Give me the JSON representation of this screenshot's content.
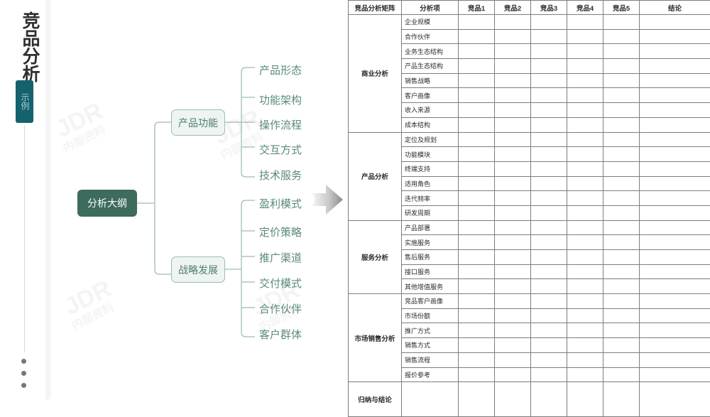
{
  "slide": {
    "rail": {
      "title": "竞品分析",
      "badge_label": "示例",
      "dots": [
        "dot1",
        "dot2",
        "dot3"
      ]
    },
    "watermark": {
      "line1": "JDR",
      "line2": "内部资料"
    },
    "arrow": {
      "name": "right-arrow",
      "color_start": "#f2f2f2",
      "color_end": "#8d8d8d"
    }
  },
  "mindmap": {
    "root": {
      "label": "分析大纲",
      "fill": "#3d6b5e",
      "text_color": "#ffffff"
    },
    "branches": [
      {
        "label": "产品功能",
        "fill": "#eef4f2",
        "border": "#9dbcb3",
        "text_color": "#4e7d72",
        "leaves": [
          "产品形态",
          "功能架构",
          "操作流程",
          "交互方式",
          "技术服务"
        ]
      },
      {
        "label": "战略发展",
        "fill": "#eef4f2",
        "border": "#9dbcb3",
        "text_color": "#4e7d72",
        "leaves": [
          "盈利模式",
          "定价策略",
          "推广渠道",
          "交付模式",
          "合作伙伴",
          "客户群体"
        ]
      }
    ],
    "leaf_color": "#5a897d",
    "connector_color": "#9dbcb3"
  },
  "matrix": {
    "headers": [
      "竞品分析矩阵",
      "分析项",
      "竞品1",
      "竞品2",
      "竞品3",
      "竞品4",
      "竞品5",
      "结论"
    ],
    "groups": [
      {
        "name": "商业分析",
        "items": [
          "企业规模",
          "合作伙伴",
          "业务生态结构",
          "产品生态结构",
          "销售战略",
          "客户画像",
          "收入来源",
          "成本结构"
        ]
      },
      {
        "name": "产品分析",
        "items": [
          "定位及规划",
          "功能模块",
          "终端支持",
          "适用角色",
          "迭代频率",
          "研发周期"
        ]
      },
      {
        "name": "服务分析",
        "items": [
          "产品部署",
          "实施服务",
          "售后服务",
          "接口服务",
          "其他增值服务"
        ]
      },
      {
        "name": "市场销售分析",
        "items": [
          "竞品客户画像",
          "市场份额",
          "推广方式",
          "销售方式",
          "销售流程",
          "报价参考"
        ]
      },
      {
        "name": "归纳与结论",
        "items": [
          ""
        ]
      }
    ],
    "competitor_count": 5,
    "border_color": "#7d7d7d"
  }
}
